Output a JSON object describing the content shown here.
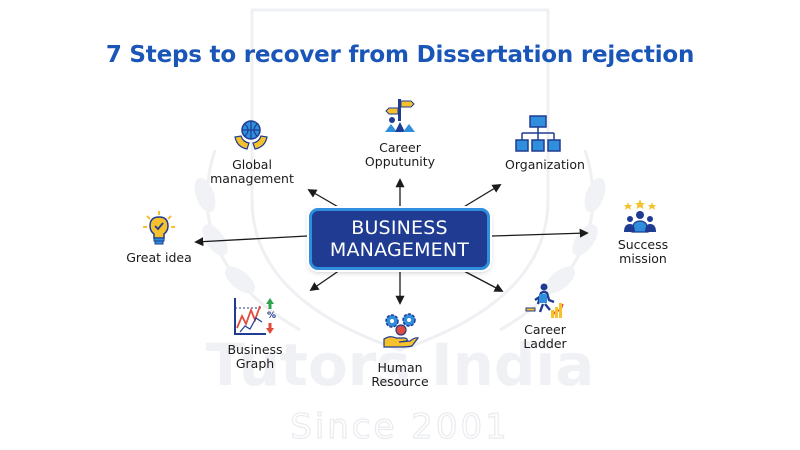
{
  "title": "7 Steps to recover from Dissertation rejection",
  "center": {
    "line1": "BUSINESS",
    "line2": "MANAGEMENT"
  },
  "watermark": {
    "brand": "Tutors India",
    "since": "Since 2001"
  },
  "colors": {
    "title": "#1a56b8",
    "center_fill": "#1f3c92",
    "center_border": "#2f8fdc",
    "arrow": "#1b1b1b",
    "icon_navy": "#1f3c92",
    "icon_yellow": "#f6c12b",
    "icon_blue": "#2f8fdc",
    "icon_red": "#e04b3a",
    "icon_green": "#2ea44f"
  },
  "nodes": [
    {
      "id": "global-management",
      "icon": "globe-hands-icon",
      "lines": [
        "Global",
        "management"
      ]
    },
    {
      "id": "career-opportunity",
      "icon": "signpost-icon",
      "lines": [
        "Career",
        "Opputunity"
      ]
    },
    {
      "id": "organization",
      "icon": "org-chart-icon",
      "lines": [
        "Organization"
      ]
    },
    {
      "id": "great-idea",
      "icon": "lightbulb-icon",
      "lines": [
        "Great idea"
      ]
    },
    {
      "id": "success-mission",
      "icon": "team-stars-icon",
      "lines": [
        "Success",
        "mission"
      ]
    },
    {
      "id": "business-graph",
      "icon": "stock-graph-icon",
      "lines": [
        "Business",
        "Graph"
      ]
    },
    {
      "id": "human-resource",
      "icon": "hand-gears-icon",
      "lines": [
        "Human",
        "Resource"
      ]
    },
    {
      "id": "career-ladder",
      "icon": "career-ladder-icon",
      "lines": [
        "Career",
        "Ladder"
      ]
    }
  ]
}
